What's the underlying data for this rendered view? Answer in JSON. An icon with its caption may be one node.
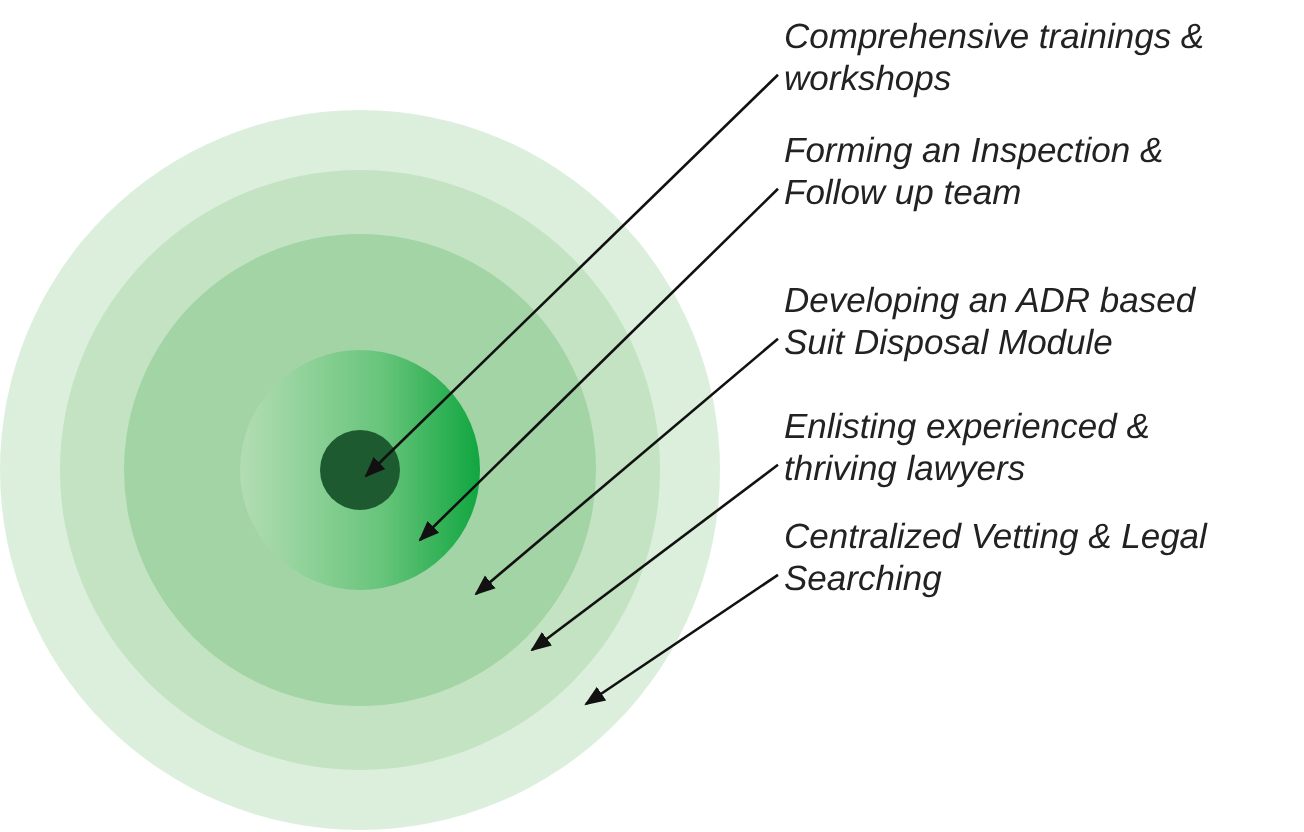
{
  "diagram": {
    "nodes": [
      {
        "text": [],
        "shape": "circle"
      },
      {
        "text": [],
        "shape": "circle",
        "in": 0
      },
      {
        "text": [],
        "shape": "circle",
        "in": 1
      },
      {
        "text": [],
        "shape": "circle",
        "in": 2
      },
      {
        "text": [],
        "shape": "circle",
        "in": 3
      },
      {
        "text": [
          "Comprehensive trainings & workshops"
        ]
      },
      {
        "text": [
          "Forming an Inspection & Follow up team"
        ]
      },
      {
        "text": [
          "Developing an ADR based Suit Disposal Module"
        ]
      },
      {
        "text": [
          "Enlisting experienced & thriving lawyers"
        ]
      },
      {
        "text": [
          "Centralized Vetting & Legal Searching"
        ]
      }
    ],
    "edges": [
      {
        "from": 5,
        "to": 4,
        "arrow": "to"
      },
      {
        "from": 6,
        "to": 3,
        "arrow": "to"
      },
      {
        "from": 7,
        "to": 2,
        "arrow": "to"
      },
      {
        "from": 8,
        "to": 1,
        "arrow": "to"
      },
      {
        "from": 9,
        "to": 0,
        "arrow": "to"
      }
    ]
  }
}
